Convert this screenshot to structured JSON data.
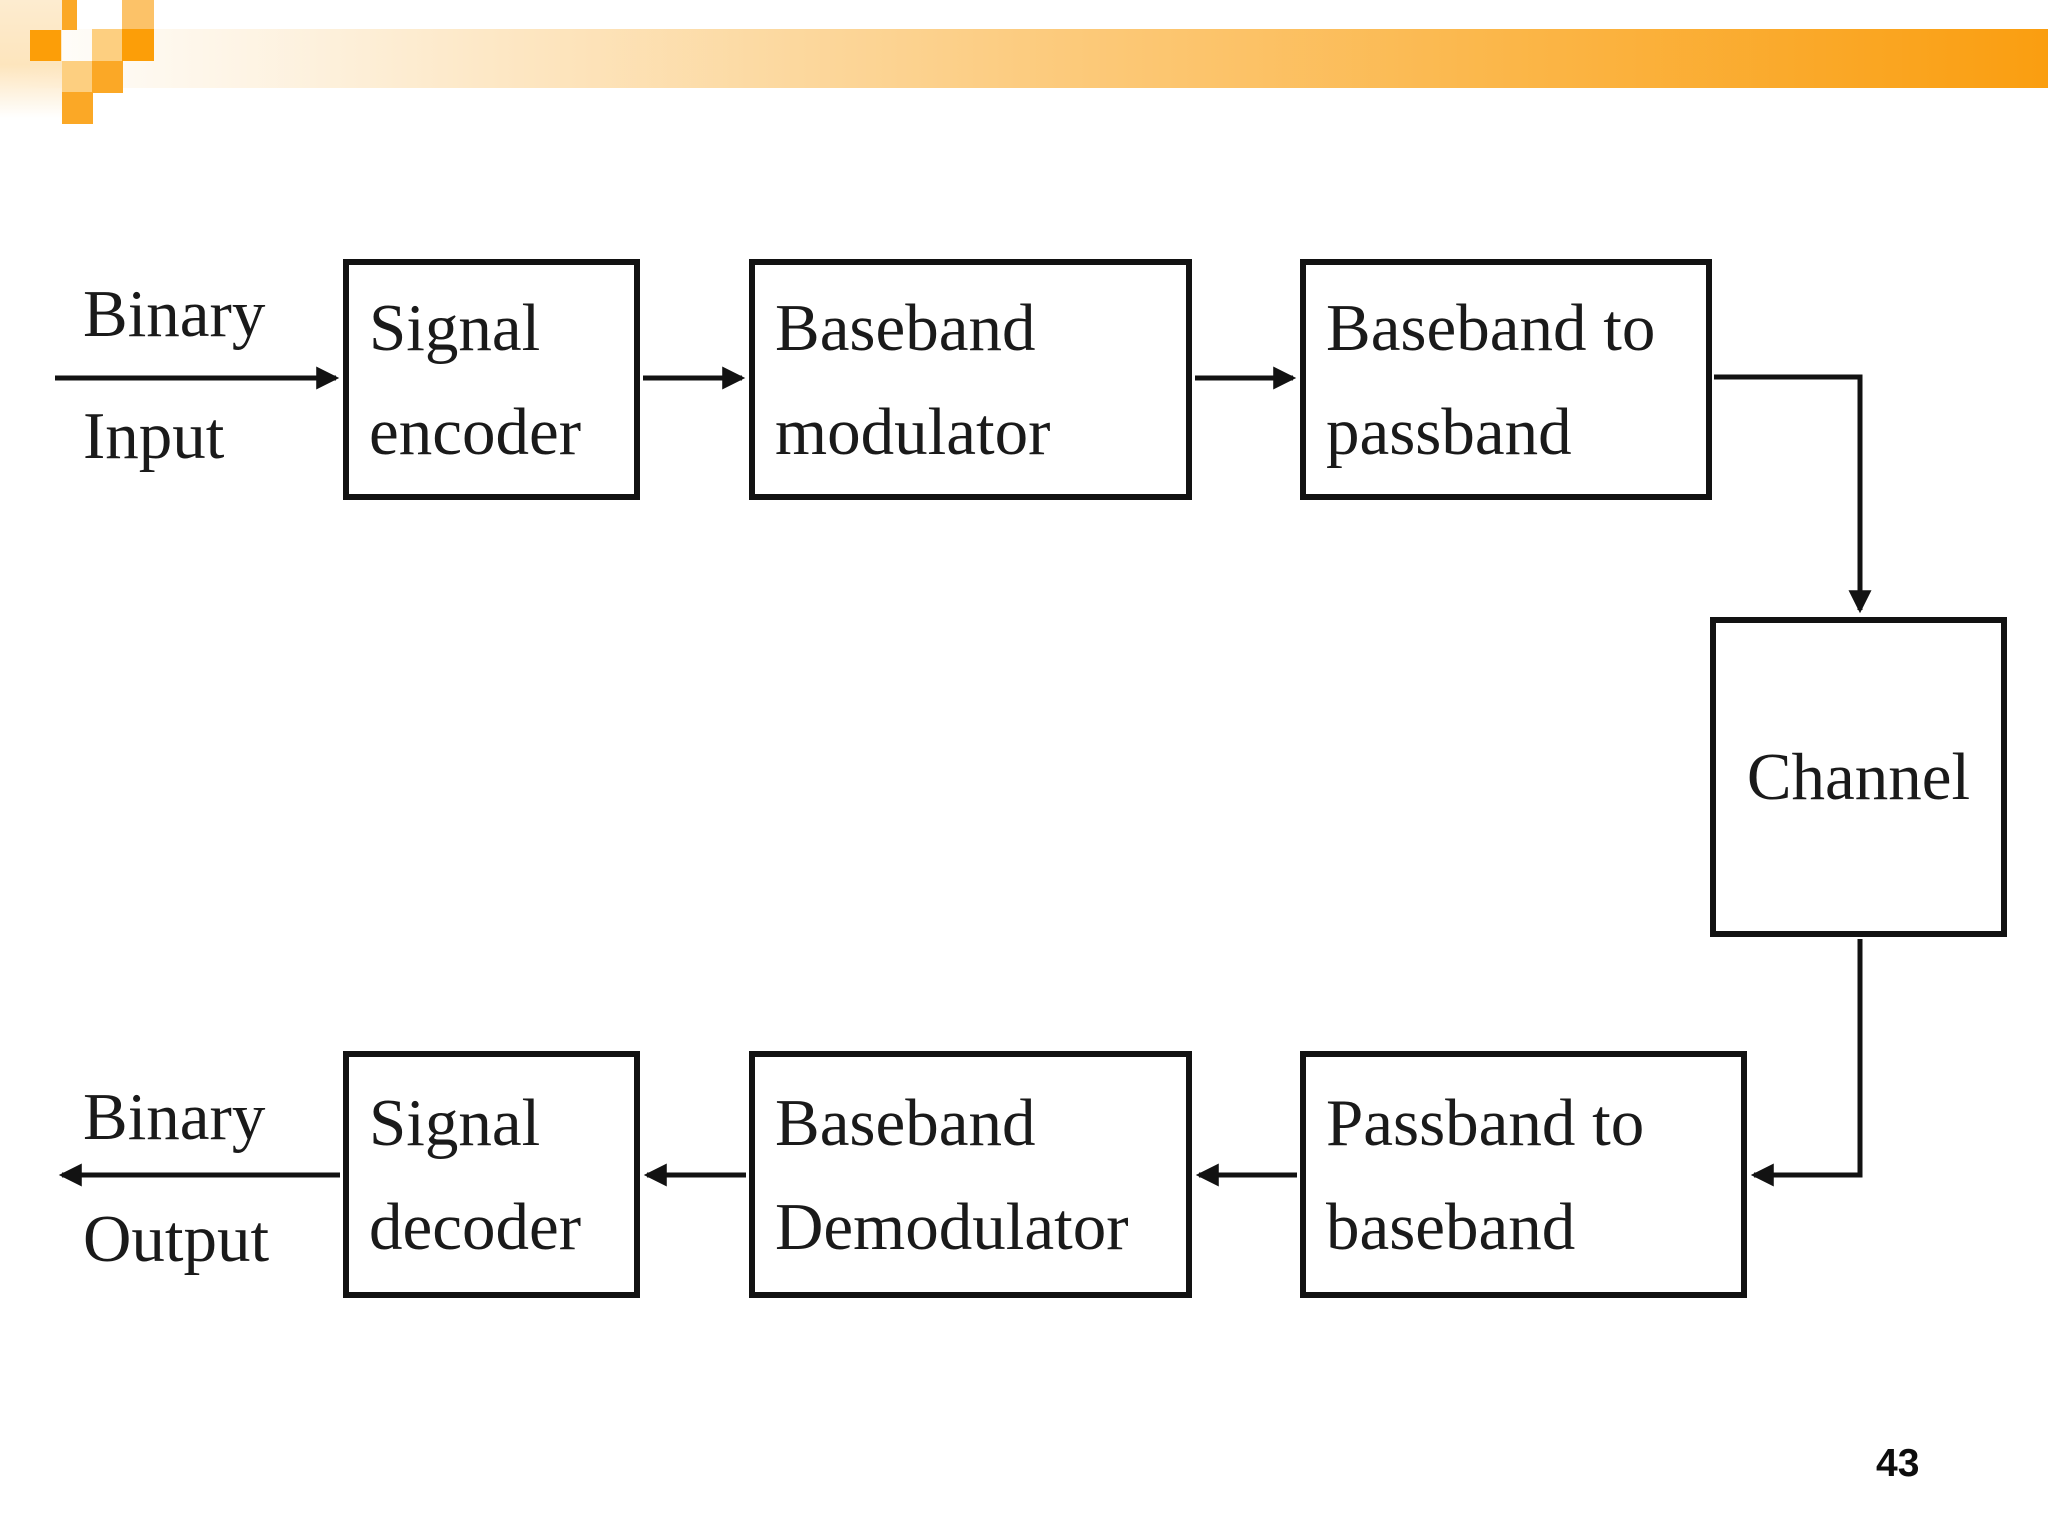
{
  "slide": {
    "page_number": "43",
    "theme": {
      "line_color": "#121212",
      "text_color": "#1a1a1a",
      "band_orange_right": "#fa9e10",
      "band_orange_mid": "#fccc80",
      "square_orange_solid": "#fc9e08",
      "square_orange_medium": "#fba826",
      "square_orange_light": "#fdcf80",
      "square_orange_pale": "#fcc268"
    },
    "diagram": {
      "input_label": {
        "line1": "Binary",
        "line2": "Input"
      },
      "output_label": {
        "line1": "Binary",
        "line2": "Output"
      },
      "boxes": {
        "encoder": {
          "line1": "Signal",
          "line2": "encoder"
        },
        "modulator": {
          "line1": "Baseband",
          "line2": "modulator"
        },
        "baseband_to_passband": {
          "line1": "Baseband to",
          "line2": "passband"
        },
        "channel": {
          "line1": "Channel"
        },
        "passband_to_baseband": {
          "line1": "Passband to",
          "line2": "baseband"
        },
        "demodulator": {
          "line1": "Baseband",
          "line2": "Demodulator"
        },
        "decoder": {
          "line1": "Signal",
          "line2": "decoder"
        }
      }
    }
  }
}
